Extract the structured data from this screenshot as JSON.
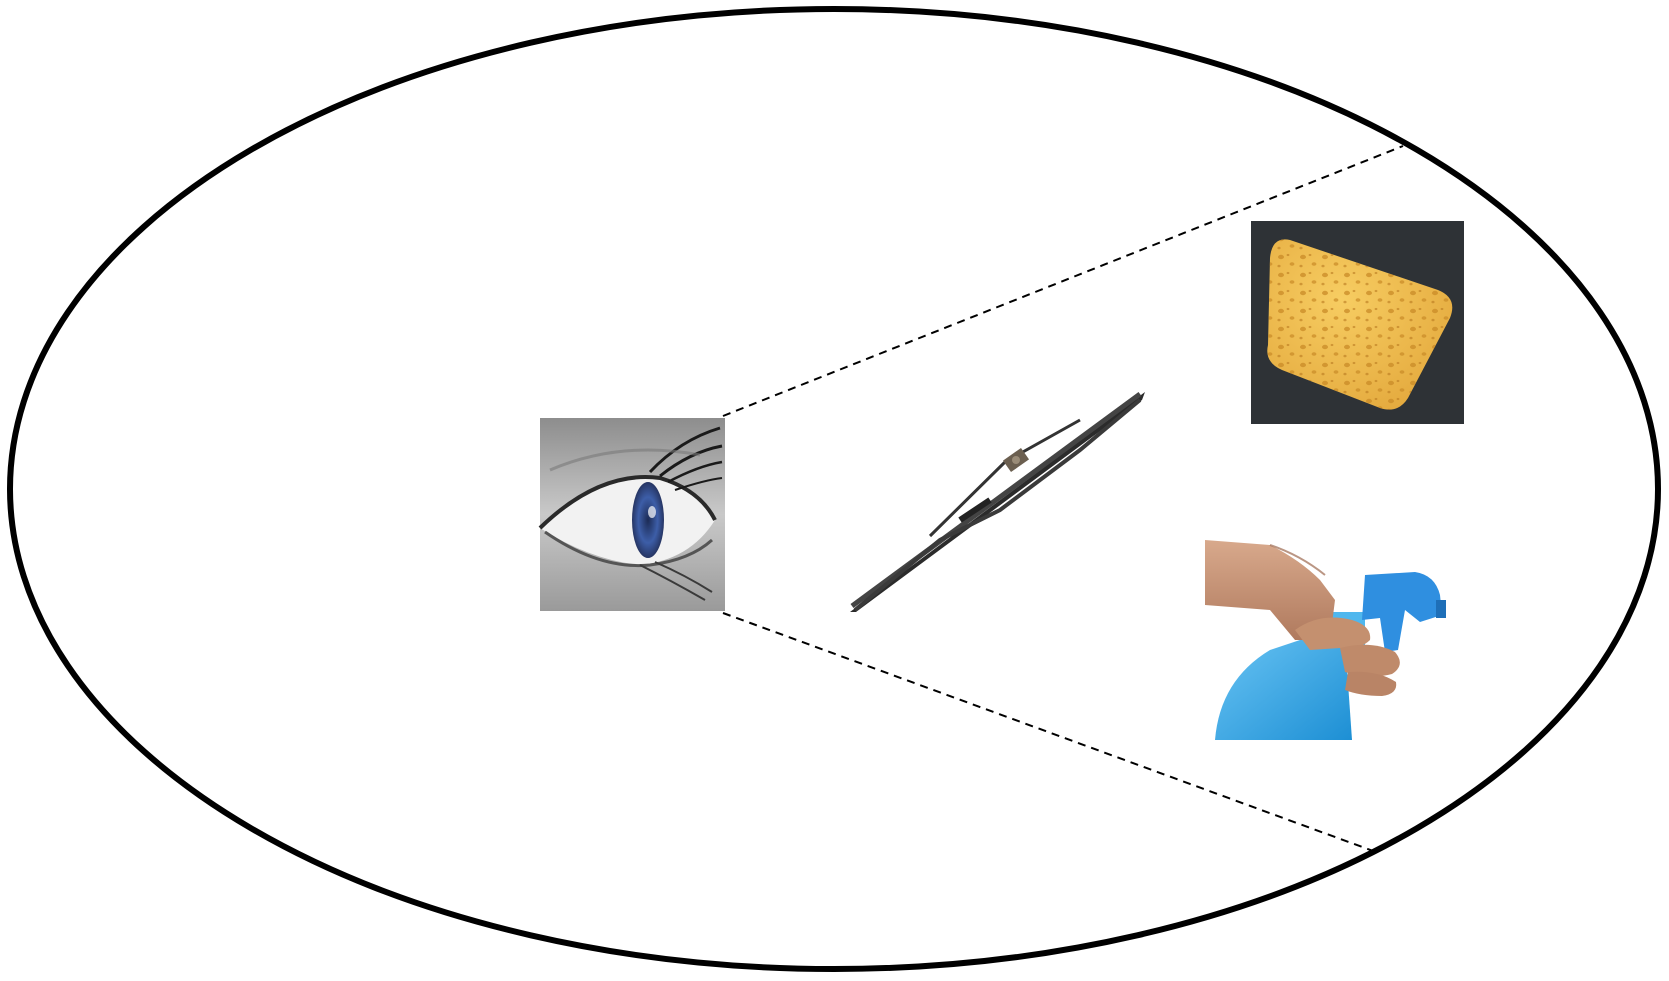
{
  "diagram": {
    "boundary": {
      "shape": "ellipse",
      "stroke": "#000000"
    },
    "view_lines": {
      "style": "dashed",
      "stroke": "#000000"
    },
    "items": [
      {
        "id": "eye",
        "icon": "eye-icon",
        "description": ""
      },
      {
        "id": "wiper",
        "icon": "wiper-blade-icon"
      },
      {
        "id": "sponge",
        "icon": "sponge-icon"
      },
      {
        "id": "spray",
        "icon": "spray-bottle-icon"
      }
    ],
    "colors": {
      "sponge": "#f0b84a",
      "sponge_bg": "#2e3236",
      "spray_bottle": "#2aa3e6",
      "skin": "#c9967a",
      "eye_iris": "#3d5ea8"
    }
  }
}
